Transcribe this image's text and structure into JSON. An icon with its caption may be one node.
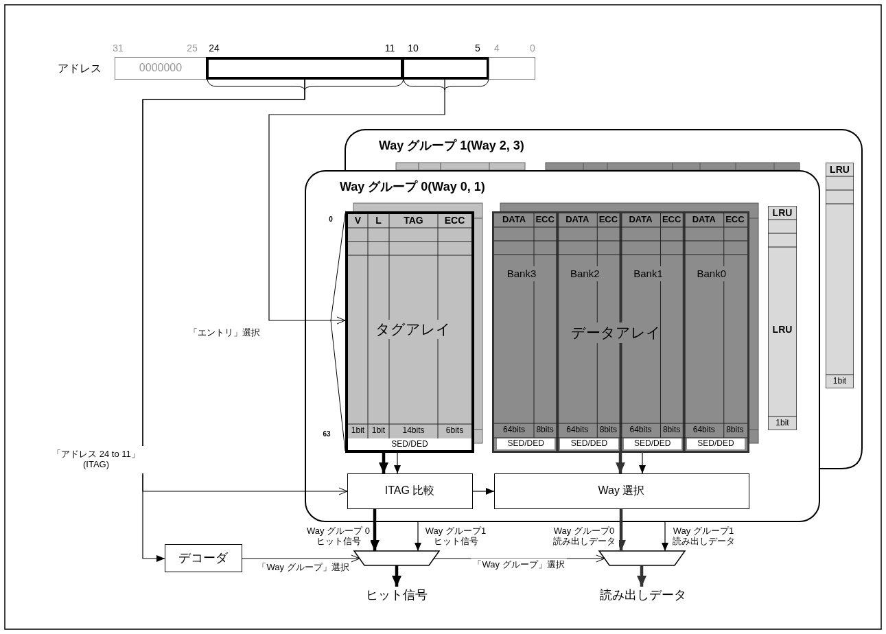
{
  "diagram": {
    "nodes": [
      {
        "text": [
          "0000000"
        ]
      },
      {
        "text": [],
        "shape": "box"
      },
      {
        "text": [],
        "shape": "box"
      },
      {
        "text": [],
        "shape": "box"
      },
      {
        "text": [
          "Way グループ 1(Way 2, 3)"
        ]
      },
      {
        "text": [
          "LRU",
          "1bit"
        ]
      },
      {
        "text": [
          "Way グループ 0(Way 0, 1)"
        ]
      },
      {
        "text": [
          "V",
          "L",
          "TAG",
          "ECC",
          "タグアレイ",
          "1bit",
          "1bit",
          "14bits",
          "6bits",
          "SED/DED"
        ],
        "in": 6
      },
      {
        "text": [
          "DATA",
          "ECC",
          "DATA",
          "ECC",
          "DATA",
          "ECC",
          "DATA",
          "ECC",
          "Bank3",
          "Bank2",
          "Bank1",
          "Bank0",
          "データアレイ",
          "64bits",
          "8bits",
          "64bits",
          "8bits",
          "64bits",
          "8bits",
          "64bits",
          "8bits",
          "SED/DED",
          "SED/DED",
          "SED/DED",
          "SED/DED"
        ],
        "in": 6
      },
      {
        "text": [
          "LRU",
          "LRU",
          "1bit"
        ],
        "in": 6
      },
      {
        "text": [
          "ITAG 比較"
        ],
        "in": 6
      },
      {
        "text": [
          "Way 選択"
        ],
        "in": 6
      },
      {
        "text": [
          "デコーダ"
        ]
      },
      {
        "text": [],
        "shape": "trapezoid"
      },
      {
        "text": [],
        "shape": "trapezoid"
      },
      {
        "text": [
          "ヒット信号"
        ]
      },
      {
        "text": [
          "読み出しデータ"
        ]
      }
    ],
    "edges": [
      {
        "from": 1,
        "to": 12,
        "arrow": "to"
      },
      {
        "from": 1,
        "to": 10,
        "arrow": "to",
        "label": "「アドレス 24 to 11」 (ITAG)"
      },
      {
        "from": 2,
        "to": 7,
        "arrow": "to",
        "label": "「エントリ」選択"
      },
      {
        "from": 7,
        "to": 10,
        "arrow": "to",
        "style": "thick"
      },
      {
        "from": 7,
        "to": 10,
        "arrow": "to"
      },
      {
        "from": 8,
        "to": 11,
        "arrow": "to",
        "style": "thick",
        "color": "#333333"
      },
      {
        "from": 8,
        "to": 11,
        "arrow": "to"
      },
      {
        "from": 10,
        "to": 11,
        "arrow": "to"
      },
      {
        "from": 10,
        "to": 13,
        "arrow": "to",
        "style": "thick",
        "label": "Way グループ 0 ヒット信号"
      },
      {
        "from": 6,
        "to": 13,
        "arrow": "to",
        "label": "Way グループ1 ヒット信号"
      },
      {
        "from": 11,
        "to": 14,
        "arrow": "to",
        "style": "thick",
        "color": "#333333",
        "label": "Way グループ0 読み出しデータ"
      },
      {
        "from": 6,
        "to": 14,
        "arrow": "to",
        "label": "Way グループ1 読み出しデータ"
      },
      {
        "from": 12,
        "to": 13,
        "arrow": "to",
        "label": "「Way グループ」選択"
      },
      {
        "from": 13,
        "to": 14,
        "arrow": "to",
        "label": "「Way グループ」選択"
      },
      {
        "from": 13,
        "to": 15,
        "arrow": "to",
        "style": "thick"
      },
      {
        "from": 14,
        "to": 16,
        "arrow": "to",
        "style": "thick",
        "color": "#333333"
      }
    ],
    "labels": [
      "31",
      "25",
      "24",
      "11",
      "10",
      "5",
      "4",
      "0",
      "アドレス",
      "0",
      "63"
    ]
  }
}
